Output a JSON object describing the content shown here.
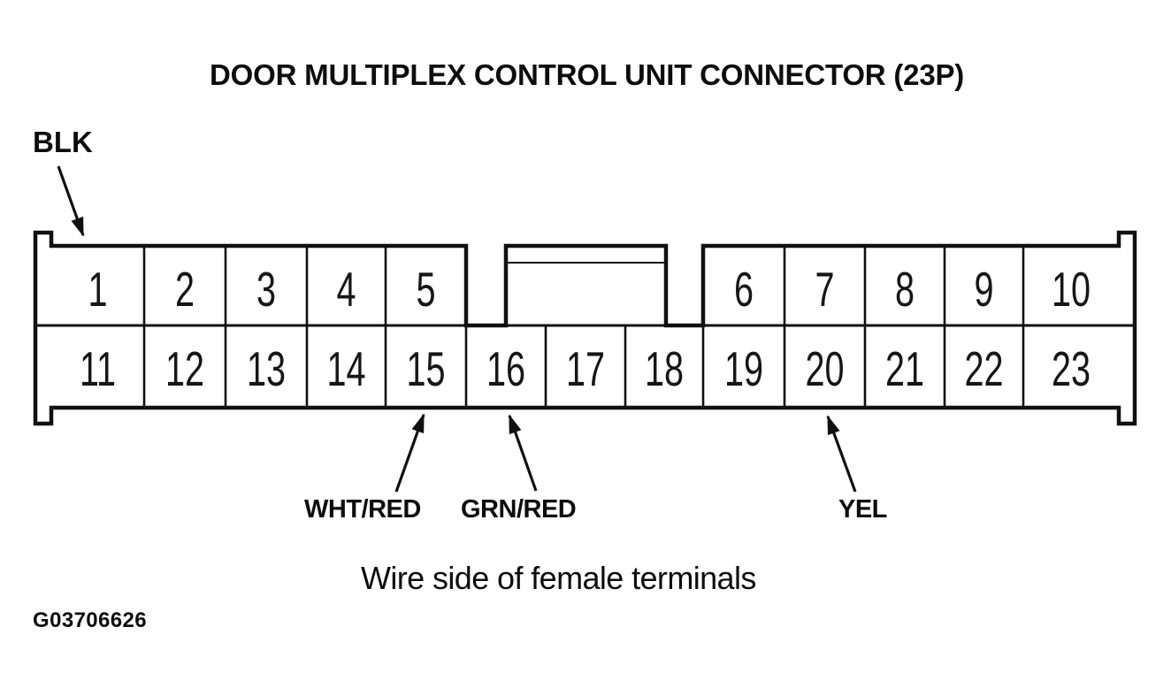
{
  "title": "DOOR MULTIPLEX CONTROL UNIT CONNECTOR (23P)",
  "connector": {
    "name": "Door multiplex control unit connector",
    "pin_count_label": "23P",
    "pins_top_left": [
      "1",
      "2",
      "3",
      "4",
      "5"
    ],
    "pins_top_right": [
      "6",
      "7",
      "8",
      "9",
      "10"
    ],
    "pins_bottom": [
      "11",
      "12",
      "13",
      "14",
      "15",
      "16",
      "17",
      "18",
      "19",
      "20",
      "21",
      "22",
      "23"
    ]
  },
  "callouts": [
    {
      "label": "BLK",
      "points_to": "connector shell, top left"
    },
    {
      "label": "WHT/RED",
      "points_to": "pin 15"
    },
    {
      "label": "GRN/RED",
      "points_to": "pin 16"
    },
    {
      "label": "YEL",
      "points_to": "pin 20"
    }
  ],
  "caption": "Wire side of female terminals",
  "figure_id": "G03706626",
  "colors": {
    "ink": "#101010",
    "background": "#ffffff"
  }
}
